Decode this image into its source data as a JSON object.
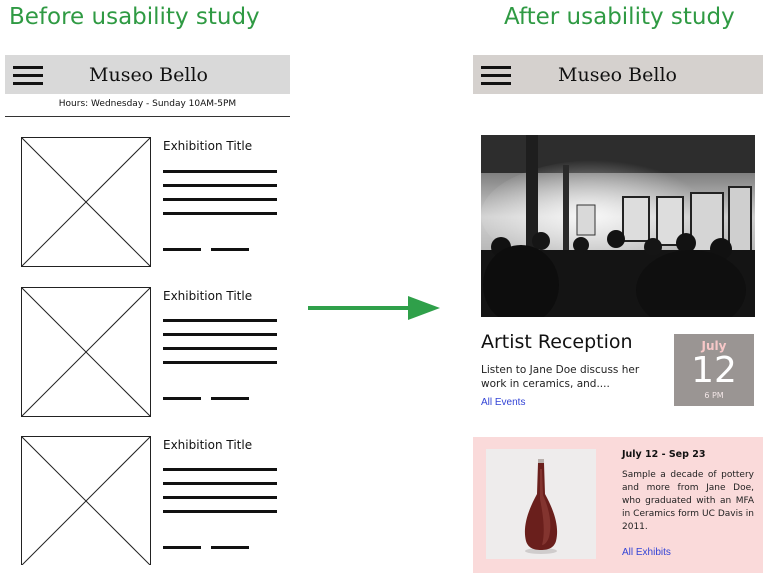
{
  "headings": {
    "before": "Before usability study",
    "after": "After usability study"
  },
  "before": {
    "brand": "Museo Bello",
    "menu_icon": "hamburger-menu-icon",
    "hours": "Hours: Wednesday - Sunday 10AM-5PM",
    "cards": [
      {
        "title": "Exhibition Title"
      },
      {
        "title": "Exhibition Title"
      },
      {
        "title": "Exhibition Title"
      }
    ]
  },
  "after": {
    "brand": "Museo Bello",
    "menu_icon": "hamburger-menu-icon",
    "event": {
      "title": "Artist Reception",
      "description": "Listen to Jane Doe discuss her work in ceramics, and....",
      "link": "All Events",
      "month": "July",
      "day": "12",
      "time": "6 PM"
    },
    "exhibit": {
      "dates": "July 12 - Sep 23",
      "description": "Sample a decade of pottery and more from Jane Doe, who graduated with an MFA in Ceramics form UC Davis in 2011.",
      "link": "All Exhibits"
    }
  },
  "colors": {
    "heading": "#2f9a43",
    "arrow": "#2fa04a",
    "exhibit_bg": "#fadada",
    "date_badge": "#9a9593",
    "link": "#3344d6"
  }
}
